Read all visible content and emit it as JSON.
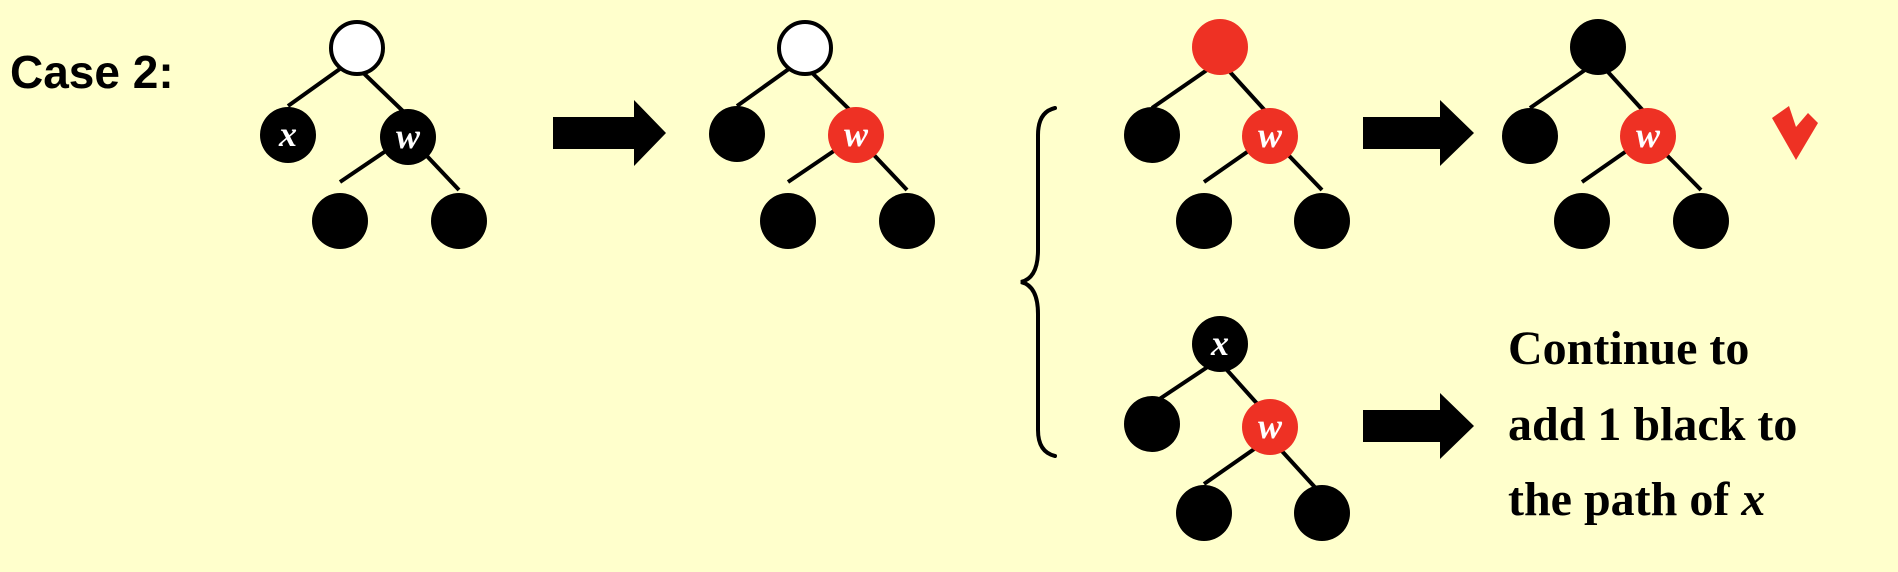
{
  "case_label": "Case 2:",
  "variables": {
    "x": "x",
    "w": "w"
  },
  "caption": {
    "line1": "Continue to",
    "line2": "add 1 black to",
    "line3_prefix": "the path of ",
    "line3_var": "x"
  },
  "colors": {
    "background": "#FFFFCC",
    "black_node": "#000000",
    "red_node": "#EE3124",
    "unknown_node_fill": "#FFFFFF",
    "checkmark": "#EE3124",
    "text": "#000000"
  },
  "icons": {
    "arrow": "right-arrow-icon",
    "brace": "left-curly-brace-icon",
    "check": "checkmark-icon"
  },
  "trees": [
    {
      "name": "initial",
      "root": "unknown",
      "left": "black",
      "left_label": "x",
      "sibling": "black",
      "sibling_label": "w",
      "nephews": [
        "black",
        "black"
      ]
    },
    {
      "name": "recolored",
      "root": "unknown",
      "left": "black",
      "left_label": "",
      "sibling": "red",
      "sibling_label": "w",
      "nephews": [
        "black",
        "black"
      ]
    },
    {
      "name": "red-parent",
      "root": "red",
      "left": "black",
      "left_label": "",
      "sibling": "red",
      "sibling_label": "w",
      "nephews": [
        "black",
        "black"
      ]
    },
    {
      "name": "red-parent-fixed",
      "root": "black",
      "left": "black",
      "left_label": "",
      "sibling": "red",
      "sibling_label": "w",
      "nephews": [
        "black",
        "black"
      ]
    },
    {
      "name": "black-parent",
      "root": "black",
      "root_label": "x",
      "left": "black",
      "left_label": "",
      "sibling": "red",
      "sibling_label": "w",
      "nephews": [
        "black",
        "black"
      ]
    }
  ]
}
